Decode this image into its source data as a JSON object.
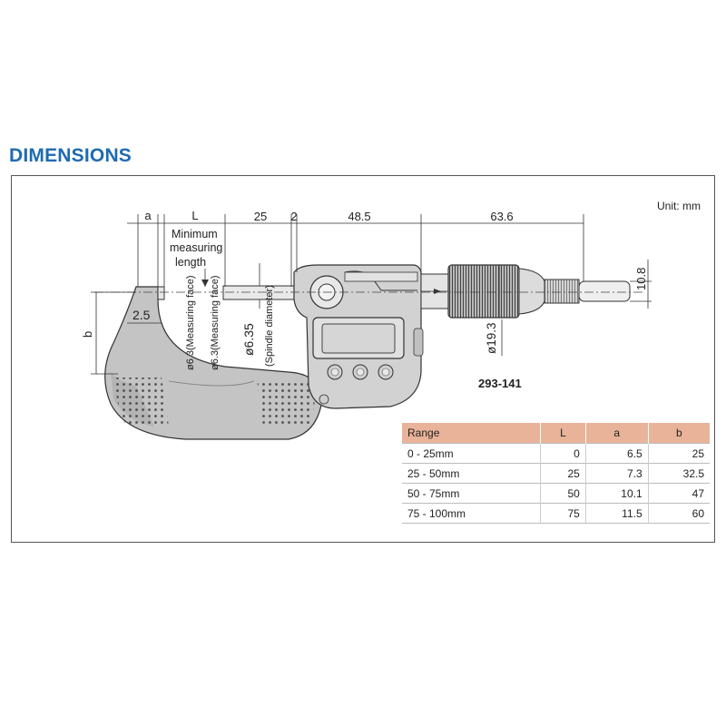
{
  "heading": "DIMENSIONS",
  "unit": "Unit: mm",
  "model": "293-141",
  "dims": {
    "a": "a",
    "L": "L",
    "d25": "25",
    "d2": "2",
    "d48_5": "48.5",
    "d63_6": "63.6",
    "d10_8": "10.8",
    "d2_5": "2.5",
    "b": "b",
    "d19_3": "ø19.3",
    "d6_35": "ø6.35",
    "spindle": "(Spindle diameter)",
    "face1": "ø6.3(Measuring face)",
    "face2": "ø6.3(Measuring face)",
    "min1": "Minimum",
    "min2": "measuring",
    "min3": "length"
  },
  "table": {
    "headers": [
      "Range",
      "L",
      "a",
      "b"
    ],
    "rows": [
      [
        "0 - 25mm",
        "0",
        "6.5",
        "25"
      ],
      [
        "25 - 50mm",
        "25",
        "7.3",
        "32.5"
      ],
      [
        "50 - 75mm",
        "50",
        "10.1",
        "47"
      ],
      [
        "75 - 100mm",
        "75",
        "11.5",
        "60"
      ]
    ]
  },
  "colors": {
    "heading": "#1e6bb0",
    "header_bg": "#e9b39a",
    "body_fill": "#c8c8c8",
    "frame_stroke": "#555555"
  }
}
